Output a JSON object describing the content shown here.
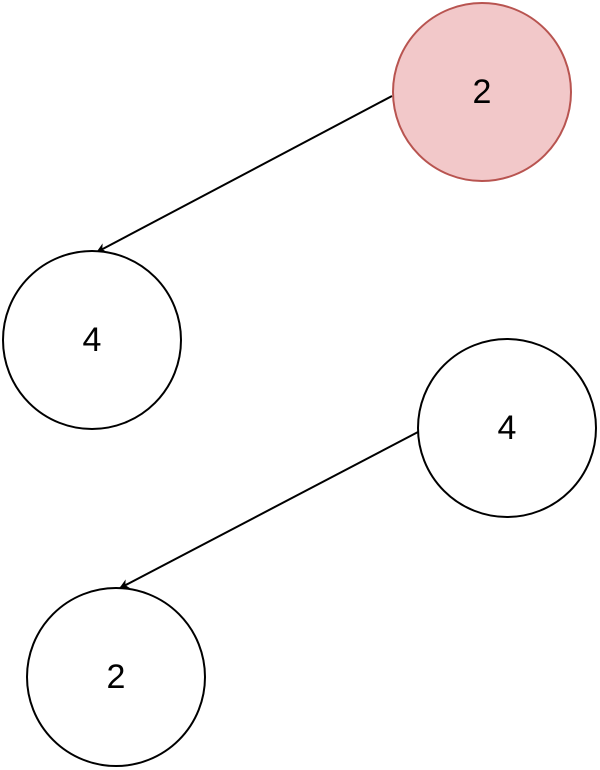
{
  "diagram": {
    "nodes": [
      {
        "id": "n1",
        "label": "2",
        "highlighted": true
      },
      {
        "id": "n2",
        "label": "4",
        "highlighted": false
      },
      {
        "id": "n3",
        "label": "4",
        "highlighted": false
      },
      {
        "id": "n4",
        "label": "2",
        "highlighted": false
      }
    ],
    "edges": [
      {
        "from": "n1",
        "to": "n2"
      },
      {
        "from": "n3",
        "to": "n4"
      }
    ]
  },
  "colors": {
    "highlight_fill": "#f2c8c9",
    "highlight_stroke": "#b85450",
    "node_fill": "#ffffff",
    "node_stroke": "#000000",
    "edge_stroke": "#000000"
  }
}
